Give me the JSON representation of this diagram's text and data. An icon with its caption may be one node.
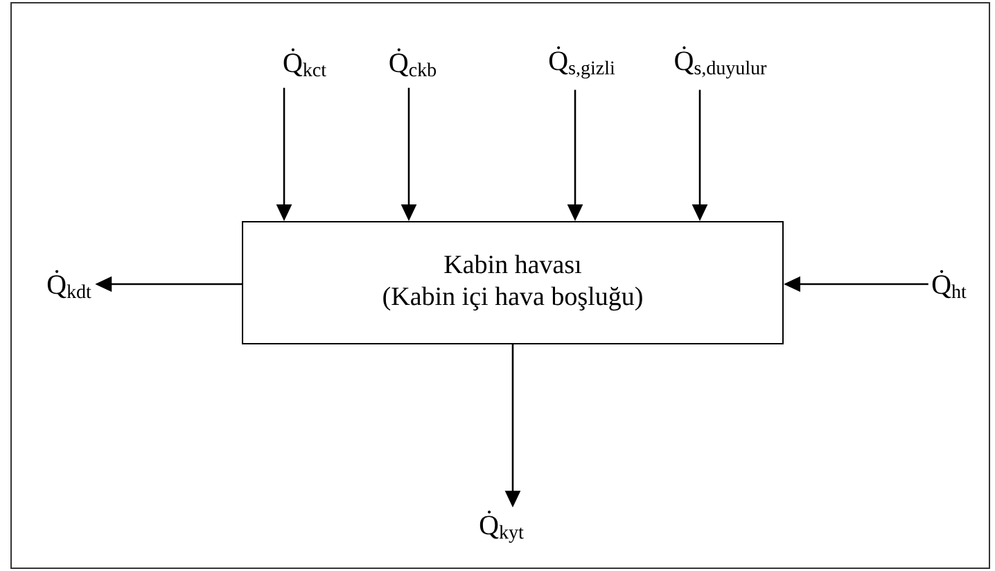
{
  "diagram": {
    "nodes": [
      {
        "text": [
          "Kabin havası",
          "(Kabin içi hava boşluğu)"
        ]
      },
      {
        "text": [
          "Q̇$_{kct}$"
        ]
      },
      {
        "text": [
          "Q̇$_{ckb}$"
        ]
      },
      {
        "text": [
          "Q̇$_{s,gizli}$"
        ]
      },
      {
        "text": [
          "Q̇$_{s,duyulur}$"
        ]
      },
      {
        "text": [
          "Q̇$_{kdt}$"
        ]
      },
      {
        "text": [
          "Q̇$_{ht}$"
        ]
      },
      {
        "text": [
          "Q̇$_{kyt}$"
        ]
      }
    ],
    "edges": [
      {
        "from": 1,
        "to": 0,
        "arrow": "to"
      },
      {
        "from": 2,
        "to": 0,
        "arrow": "to"
      },
      {
        "from": 3,
        "to": 0,
        "arrow": "to"
      },
      {
        "from": 4,
        "to": 0,
        "arrow": "to"
      },
      {
        "from": 0,
        "to": 5,
        "arrow": "to"
      },
      {
        "from": 6,
        "to": 0,
        "arrow": "to"
      },
      {
        "from": 0,
        "to": 7,
        "arrow": "to"
      }
    ]
  }
}
